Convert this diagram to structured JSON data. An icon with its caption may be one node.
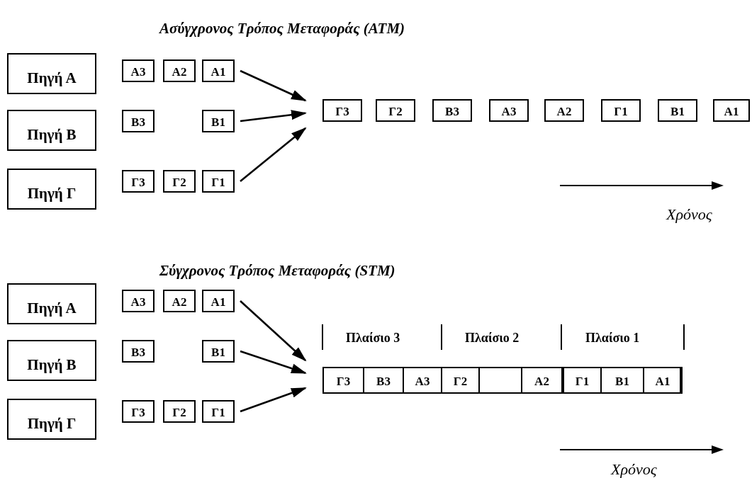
{
  "diagram": {
    "nodes": [
      {
        "text": [
          "Πηγή Α"
        ]
      },
      {
        "text": [
          "Πηγή Β"
        ]
      },
      {
        "text": [
          "Πηγή Γ"
        ]
      },
      {
        "text": [
          "Α3"
        ]
      },
      {
        "text": [
          "Α2"
        ]
      },
      {
        "text": [
          "Α1"
        ]
      },
      {
        "text": [
          "Β3"
        ]
      },
      {
        "text": [
          "Β1"
        ]
      },
      {
        "text": [
          "Γ3"
        ]
      },
      {
        "text": [
          "Γ2"
        ]
      },
      {
        "text": [
          "Γ1"
        ]
      },
      {
        "text": [
          "Γ3"
        ]
      },
      {
        "text": [
          "Γ2"
        ]
      },
      {
        "text": [
          "Β3"
        ]
      },
      {
        "text": [
          "Α3"
        ]
      },
      {
        "text": [
          "Α2"
        ]
      },
      {
        "text": [
          "Γ1"
        ]
      },
      {
        "text": [
          "Β1"
        ]
      },
      {
        "text": [
          "Α1"
        ]
      },
      {
        "text": [
          "Πηγή Α"
        ]
      },
      {
        "text": [
          "Πηγή Β"
        ]
      },
      {
        "text": [
          "Πηγή Γ"
        ]
      },
      {
        "text": [
          "Α3"
        ]
      },
      {
        "text": [
          "Α2"
        ]
      },
      {
        "text": [
          "Α1"
        ]
      },
      {
        "text": [
          "Β3"
        ]
      },
      {
        "text": [
          "Β1"
        ]
      },
      {
        "text": [
          "Γ3"
        ]
      },
      {
        "text": [
          "Γ2"
        ]
      },
      {
        "text": [
          "Γ1"
        ]
      },
      {
        "text": [],
        "shape": "bar"
      },
      {
        "text": [
          "Γ3"
        ],
        "in": 30
      },
      {
        "text": [
          "Β3"
        ],
        "in": 30
      },
      {
        "text": [
          "Α3"
        ],
        "in": 30
      },
      {
        "text": [
          "Γ2"
        ],
        "in": 30
      },
      {
        "text": [
          "Α2"
        ],
        "in": 30
      },
      {
        "text": [
          "Γ1"
        ],
        "in": 30
      },
      {
        "text": [
          "Β1"
        ],
        "in": 30
      },
      {
        "text": [
          "Α1"
        ],
        "in": 30
      }
    ],
    "edges": [
      {
        "from": 5,
        "to": 11,
        "arrow": "to"
      },
      {
        "from": 7,
        "to": 11,
        "arrow": "to"
      },
      {
        "from": 10,
        "to": 11,
        "arrow": "to"
      },
      {
        "from": 24,
        "to": 30,
        "arrow": "to"
      },
      {
        "from": 26,
        "to": 30,
        "arrow": "to"
      },
      {
        "from": 29,
        "to": 30,
        "arrow": "to"
      }
    ],
    "labels": [
      "Ασύγχρονος Τρόπος Μεταφοράς (ATM)",
      "Χρόνος",
      "Σύγχρονος Τρόπος  Μεταφοράς (STM)",
      "Πλαίσιο 3",
      "Πλαίσιο 2",
      "Πλαίσιο 1",
      "Χρόνος"
    ]
  }
}
